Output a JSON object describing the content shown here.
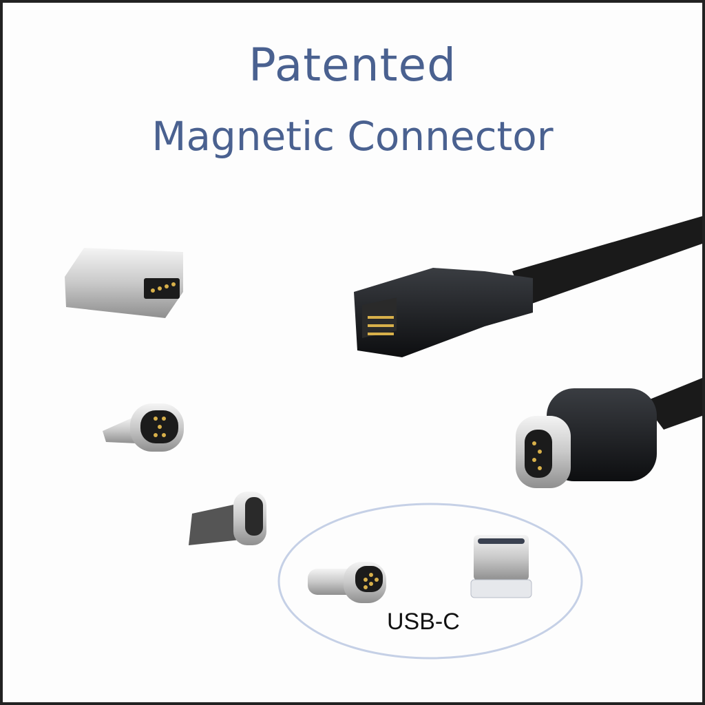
{
  "title": {
    "line1": "Patented",
    "line2": "Magnetic Connector"
  },
  "highlight_label": "USB-C",
  "colors": {
    "title": "#4a6190",
    "ellipse": "#c5d0e6",
    "border": "#222222"
  }
}
